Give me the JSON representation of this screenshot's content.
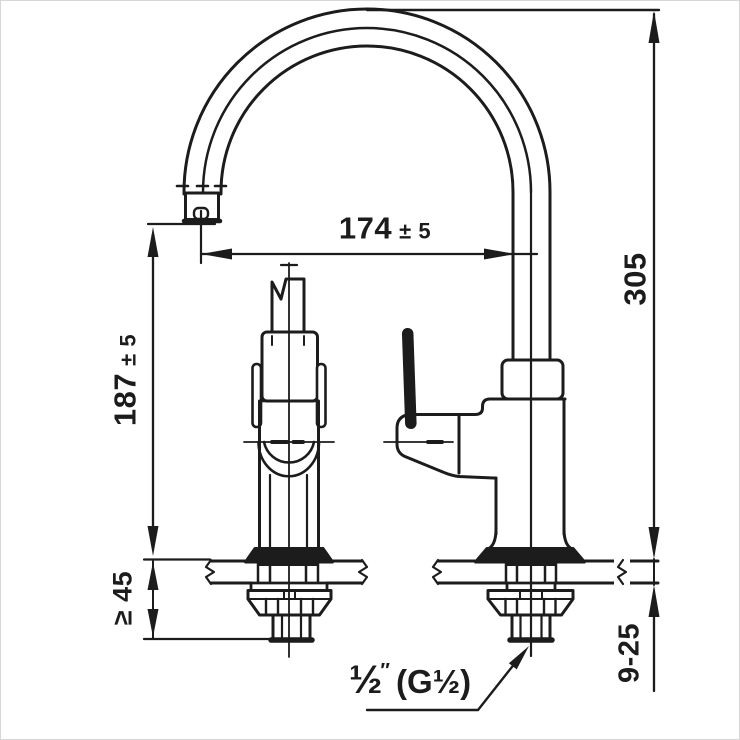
{
  "colors": {
    "ink": "#1c1c1c",
    "background": "#ffffff",
    "frame_border": "#d6d6d6"
  },
  "dimensions": {
    "spout_reach": {
      "value": "174",
      "tolerance": "± 5"
    },
    "spout_outlet_height": {
      "value": "187",
      "tolerance": "± 5"
    },
    "overall_height": {
      "value": "305"
    },
    "min_clearance_below_outlet": {
      "value": "≥ 45"
    },
    "mounting_deck_thickness": {
      "value": "9-25"
    },
    "inlet_thread": {
      "size": "½",
      "inch_mark": "″",
      "alt_designation": "(G½)"
    }
  }
}
